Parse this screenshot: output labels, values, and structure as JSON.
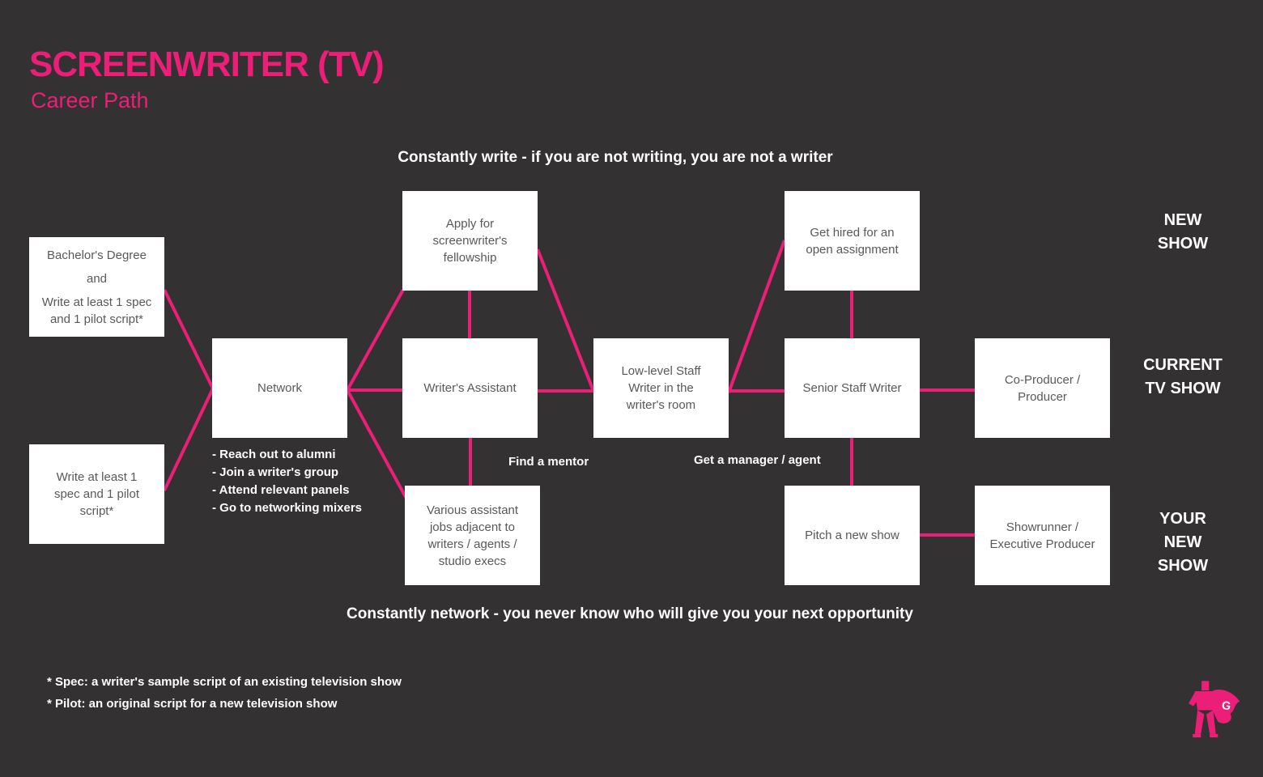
{
  "colors": {
    "background": "#333132",
    "accent": "#EC1E78",
    "box_bg": "#FFFFFF",
    "box_text": "#58595B",
    "text": "#FFFFFF"
  },
  "header": {
    "title": "SCREENWRITER (TV)",
    "subtitle": "Career Path"
  },
  "banners": {
    "write": "Constantly write - if you are not writing, you are not a writer",
    "network": "Constantly network - you never know who will give you your next opportunity"
  },
  "nodes": {
    "bachelors": {
      "p1": "Bachelor's Degree",
      "p2": "and",
      "p3": "Write at least 1 spec\nand 1 pilot script*"
    },
    "spec_pilot": {
      "label": "Write at least 1\nspec and 1 pilot\nscript*"
    },
    "network": {
      "label": "Network"
    },
    "apply_fellowship": {
      "label": "Apply for\nscreenwriter's\nfellowship"
    },
    "writers_assistant": {
      "label": "Writer's Assistant"
    },
    "various_jobs": {
      "label": "Various assistant\njobs adjacent to\nwriters / agents /\nstudio execs"
    },
    "low_level_staff_writer": {
      "label": "Low-level Staff\nWriter in the\nwriter's room"
    },
    "get_hired": {
      "label": "Get hired for an\nopen assignment"
    },
    "senior_staff_writer": {
      "label": "Senior Staff Writer"
    },
    "co_producer": {
      "label": "Co-Producer /\nProducer"
    },
    "pitch_show": {
      "label": "Pitch a new show"
    },
    "showrunner": {
      "label": "Showrunner /\nExecutive Producer"
    }
  },
  "network_tips": {
    "items": [
      "- Reach out to alumni",
      "- Join a writer's group",
      "- Attend relevant panels",
      "- Go to networking mixers"
    ]
  },
  "edge_labels": {
    "find_mentor": "Find a mentor",
    "get_manager": "Get a manager / agent"
  },
  "stage_labels": {
    "new_show": "NEW\nSHOW",
    "current_tv_show": "CURRENT\nTV SHOW",
    "your_new_show": "YOUR\nNEW\nSHOW"
  },
  "footnotes": {
    "spec": "* Spec: a writer's sample script of an existing television show",
    "pilot": "* Pilot: an original script for a new television show"
  },
  "logo": {
    "letter": "G"
  }
}
